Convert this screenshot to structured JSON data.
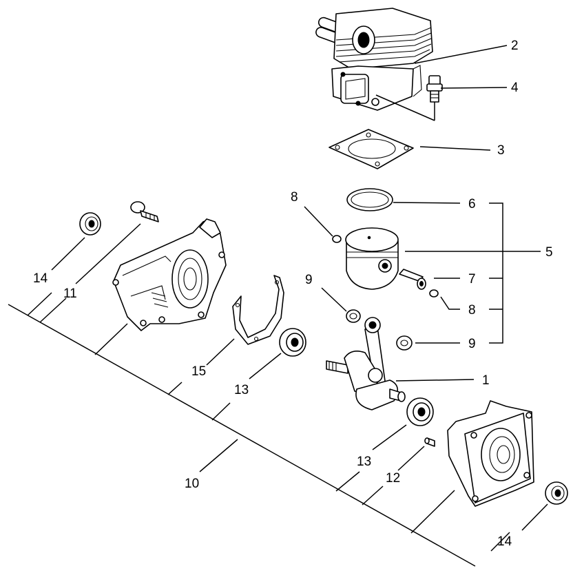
{
  "callouts": {
    "c1": "1",
    "c2": "2",
    "c3": "3",
    "c4": "4",
    "c5": "5",
    "c6": "6",
    "c7": "7",
    "c8a": "8",
    "c8b": "8",
    "c9a": "9",
    "c9b": "9",
    "c10": "10",
    "c11": "11",
    "c12": "12",
    "c13a": "13",
    "c13b": "13",
    "c14a": "14",
    "c14b": "14",
    "c15": "15"
  },
  "colors": {
    "line": "#000000",
    "background": "#ffffff"
  }
}
